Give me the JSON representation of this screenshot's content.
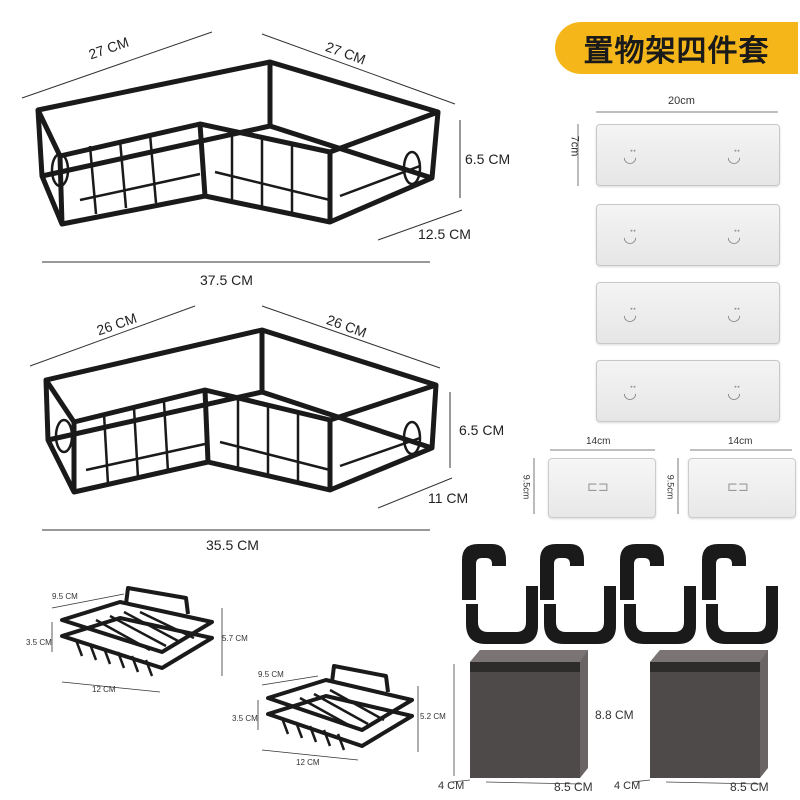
{
  "banner": {
    "title": "置物架四件套",
    "color": "#f5b61a"
  },
  "rack_top": {
    "left_depth": "27 CM",
    "right_depth": "27 CM",
    "height": "6.5 CM",
    "side": "12.5 CM",
    "width": "37.5 CM"
  },
  "rack_bottom": {
    "left_depth": "26 CM",
    "right_depth": "26 CM",
    "height": "6.5 CM",
    "side": "11 CM",
    "width": "35.5 CM"
  },
  "hooks_large": {
    "width": "20cm",
    "height": "7cm"
  },
  "hooks_small": [
    {
      "width": "14cm",
      "height": "9.5cm"
    },
    {
      "width": "14cm",
      "height": "9.5cm"
    }
  ],
  "soap_dish_1": {
    "depth": "9.5 CM",
    "side": "3.5 CM",
    "height": "5.7 CM",
    "length": "12 CM"
  },
  "soap_dish_2": {
    "depth": "9.5 CM",
    "side": "3.5 CM",
    "height": "5.2 CM",
    "length": "12 CM"
  },
  "cups": [
    {
      "height": "8.8 CM",
      "depth": "4 CM",
      "width": "8.5 CM"
    },
    {
      "depth": "4 CM",
      "width": "8.5 CM"
    }
  ],
  "colors": {
    "metal": "#1a1a1a",
    "cup": "#5a5555"
  }
}
